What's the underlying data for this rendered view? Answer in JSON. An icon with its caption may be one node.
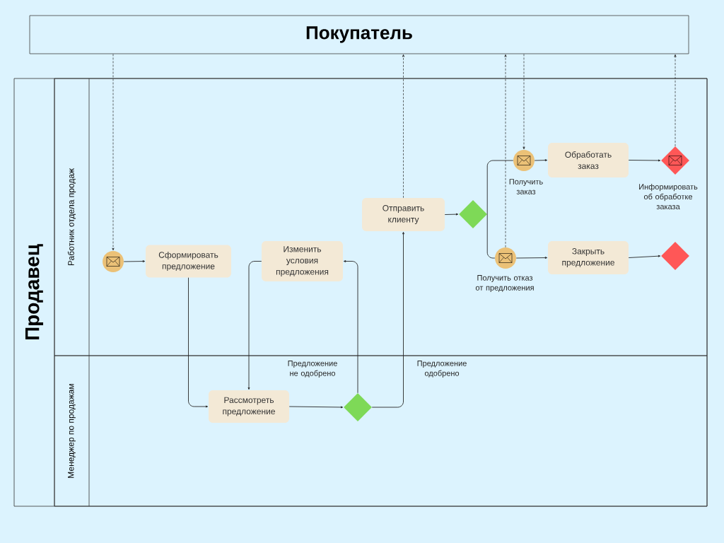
{
  "diagram": {
    "nodes": [
      {
        "text": [
          "Покупатель"
        ]
      },
      {
        "text": [
          "Продавец"
        ]
      },
      {
        "text": [
          "Работник отдела продаж"
        ],
        "in": 1
      },
      {
        "text": [
          "Менеджер по продажам"
        ],
        "in": 1
      },
      {
        "text": [],
        "shape": "circle",
        "in": 2
      },
      {
        "text": [
          "Сформировать предложение"
        ],
        "in": 2
      },
      {
        "text": [
          "Изменить условия предложения"
        ],
        "in": 2
      },
      {
        "text": [
          "Отправить клиенту"
        ],
        "in": 2
      },
      {
        "text": [],
        "shape": "diamond",
        "in": 2
      },
      {
        "text": [],
        "shape": "circle",
        "in": 2,
        "beside": [
          "Получить заказ"
        ]
      },
      {
        "text": [
          "Обработать заказ"
        ],
        "in": 2
      },
      {
        "text": [],
        "shape": "diamond",
        "in": 2,
        "beside": [
          "Информировать об обработке заказа"
        ]
      },
      {
        "text": [],
        "shape": "circle",
        "in": 2,
        "beside": [
          "Получить отказ от предложения"
        ]
      },
      {
        "text": [
          "Закрыть предложение"
        ],
        "in": 2
      },
      {
        "text": [],
        "shape": "diamond",
        "in": 2
      },
      {
        "text": [
          "Рассмотреть предложение"
        ],
        "in": 3
      },
      {
        "text": [],
        "shape": "diamond",
        "in": 3
      }
    ],
    "edges": [
      {
        "from": 0,
        "to": 4,
        "arrow": "to",
        "style": "dashed"
      },
      {
        "from": 4,
        "to": 5,
        "arrow": "to"
      },
      {
        "from": 5,
        "to": 15,
        "arrow": "to"
      },
      {
        "from": 15,
        "to": 16,
        "arrow": "to"
      },
      {
        "from": 16,
        "to": 6,
        "arrow": "to",
        "label": "Предложение не одобрено"
      },
      {
        "from": 6,
        "to": 15,
        "arrow": "to"
      },
      {
        "from": 16,
        "to": 7,
        "arrow": "to",
        "label": "Предложение одобрено"
      },
      {
        "from": 7,
        "to": 0,
        "arrow": "to",
        "style": "dashed"
      },
      {
        "from": 7,
        "to": 8,
        "arrow": "to"
      },
      {
        "from": 8,
        "to": 9,
        "arrow": "none"
      },
      {
        "from": 8,
        "to": 12,
        "arrow": "none"
      },
      {
        "from": 0,
        "to": 9,
        "arrow": "to",
        "style": "dashed"
      },
      {
        "from": 12,
        "to": 0,
        "arrow": "to",
        "style": "dashed"
      },
      {
        "from": 9,
        "to": 10,
        "arrow": "to"
      },
      {
        "from": 10,
        "to": 11,
        "arrow": "to"
      },
      {
        "from": 11,
        "to": 0,
        "arrow": "to",
        "style": "dashed"
      },
      {
        "from": 12,
        "to": 13,
        "arrow": "to"
      },
      {
        "from": 13,
        "to": 14,
        "arrow": "to"
      }
    ]
  }
}
